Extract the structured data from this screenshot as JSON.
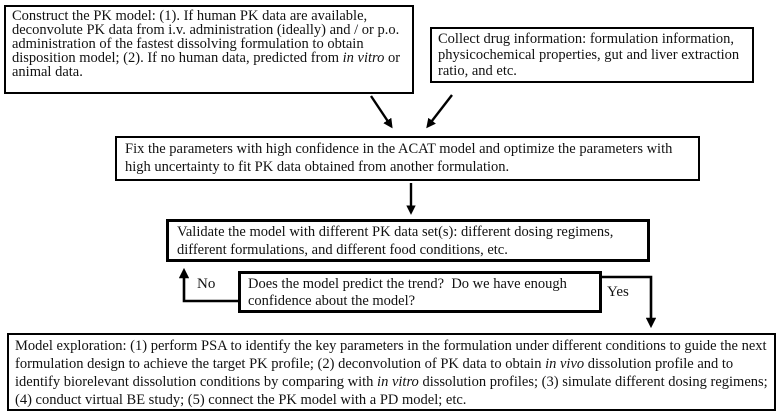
{
  "page": {
    "background": "#ffffff",
    "line_color": "#000000",
    "text_color": "#111111"
  },
  "boxes": {
    "construct": {
      "segments": [
        {
          "text": "Construct the PK model: (1). If human PK data are available, deconvolute PK data from i.v. administration (ideally) and / or p.o. administration of the fastest dissolving formulation to obtain disposition model; (2). If no human data, predicted from "
        },
        {
          "text": "in vitro",
          "italic": true
        },
        {
          "text": " or animal data."
        }
      ]
    },
    "collect": {
      "segments": [
        {
          "text": "Collect drug information: formulation information, physicochemical properties, gut and liver extraction ratio, and etc."
        }
      ]
    },
    "fix": {
      "segments": [
        {
          "text": "Fix the parameters with high confidence in the ACAT model and optimize the parameters with high uncertainty to fit PK data obtained from another formulation."
        }
      ]
    },
    "validate": {
      "segments": [
        {
          "text": "Validate the model with different PK data set(s): different dosing regimens, different formulations, and different food conditions, etc."
        }
      ]
    },
    "decision": {
      "segments": [
        {
          "text": "Does the model predict the trend?  Do we have enough confidence about the model?"
        }
      ]
    },
    "explore": {
      "segments": [
        {
          "text": "Model exploration: (1) perform PSA to identify the key parameters in the formulation under different conditions to guide the next formulation design to achieve the target PK profile; (2) deconvolution of PK data to obtain "
        },
        {
          "text": "in vivo",
          "italic": true
        },
        {
          "text": " dissolution profile and to identify biorelevant dissolution conditions by comparing with "
        },
        {
          "text": "in vitro",
          "italic": true
        },
        {
          "text": " dissolution profiles; (3) simulate different dosing regimens; (4) conduct virtual BE study; (5) connect the PK model with a PD model; etc."
        }
      ]
    }
  },
  "labels": {
    "no": "No",
    "yes": "Yes"
  }
}
